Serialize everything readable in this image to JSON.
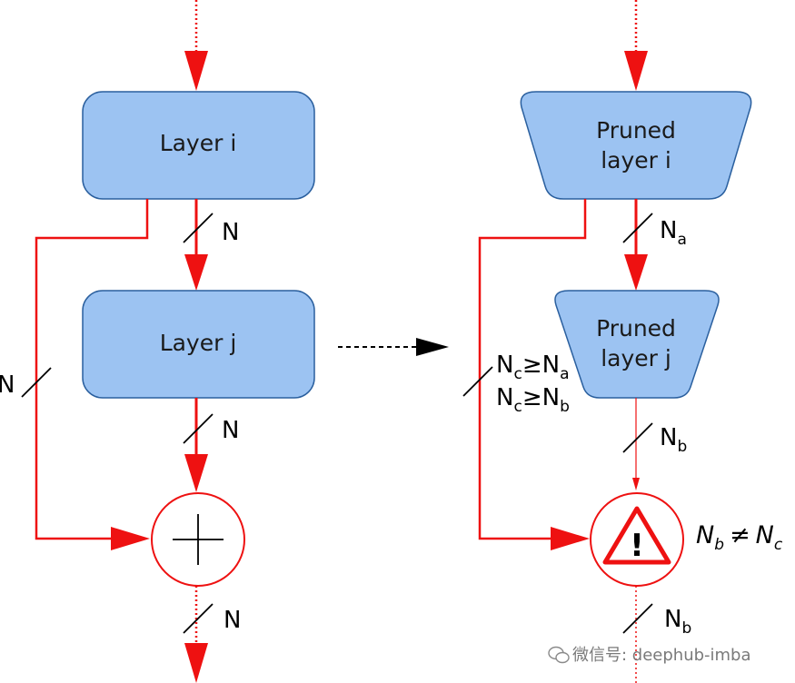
{
  "left": {
    "layer_i": "Layer i",
    "layer_j": "Layer j",
    "width_ij": "N",
    "width_skip": "N",
    "width_j_add": "N",
    "width_out": "N"
  },
  "right": {
    "pruned_i_line1": "Pruned",
    "pruned_i_line2": "layer i",
    "pruned_j_line1": "Pruned",
    "pruned_j_line2": "layer j",
    "n_a": {
      "base": "N",
      "sub": "a"
    },
    "n_b_mid": {
      "base": "N",
      "sub": "b"
    },
    "n_b_out": {
      "base": "N",
      "sub": "b"
    },
    "cond1": {
      "b1": "N",
      "s1": "c",
      "op": "≥",
      "b2": "N",
      "s2": "a"
    },
    "cond2": {
      "b1": "N",
      "s1": "c",
      "op": "≥",
      "b2": "N",
      "s2": "b"
    },
    "mismatch": {
      "b1": "N",
      "s1": "b",
      "op": "≠",
      "b2": "N",
      "s2": "c"
    },
    "warning_glyph": "!"
  },
  "watermark": "微信号: deephub-imba",
  "colors": {
    "node_fill": "#9cc3f2",
    "node_stroke": "#2a5f9e",
    "arrow_red": "#ee1111",
    "dashed_arrow": "#000000"
  }
}
